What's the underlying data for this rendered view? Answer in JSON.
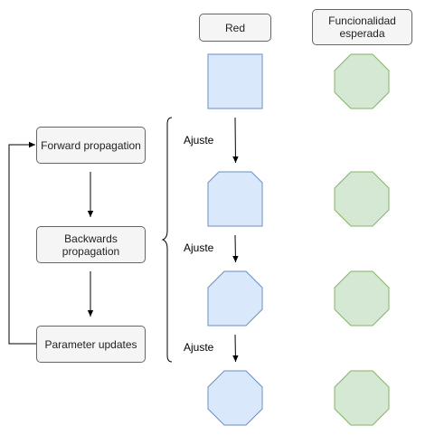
{
  "headers": {
    "network": "Red",
    "expected": "Funcionalidad esperada"
  },
  "process": {
    "forward": "Forward propagation",
    "backward": "Backwards propagation",
    "update": "Parameter updates"
  },
  "steps": [
    "Ajuste",
    "Ajuste",
    "Ajuste"
  ],
  "colors": {
    "network_fill": "#dae8fc",
    "network_stroke": "#6c8ebf",
    "expected_fill": "#d5e8d4",
    "expected_stroke": "#82b366",
    "box_fill": "#f5f5f5",
    "box_stroke": "#666666"
  }
}
